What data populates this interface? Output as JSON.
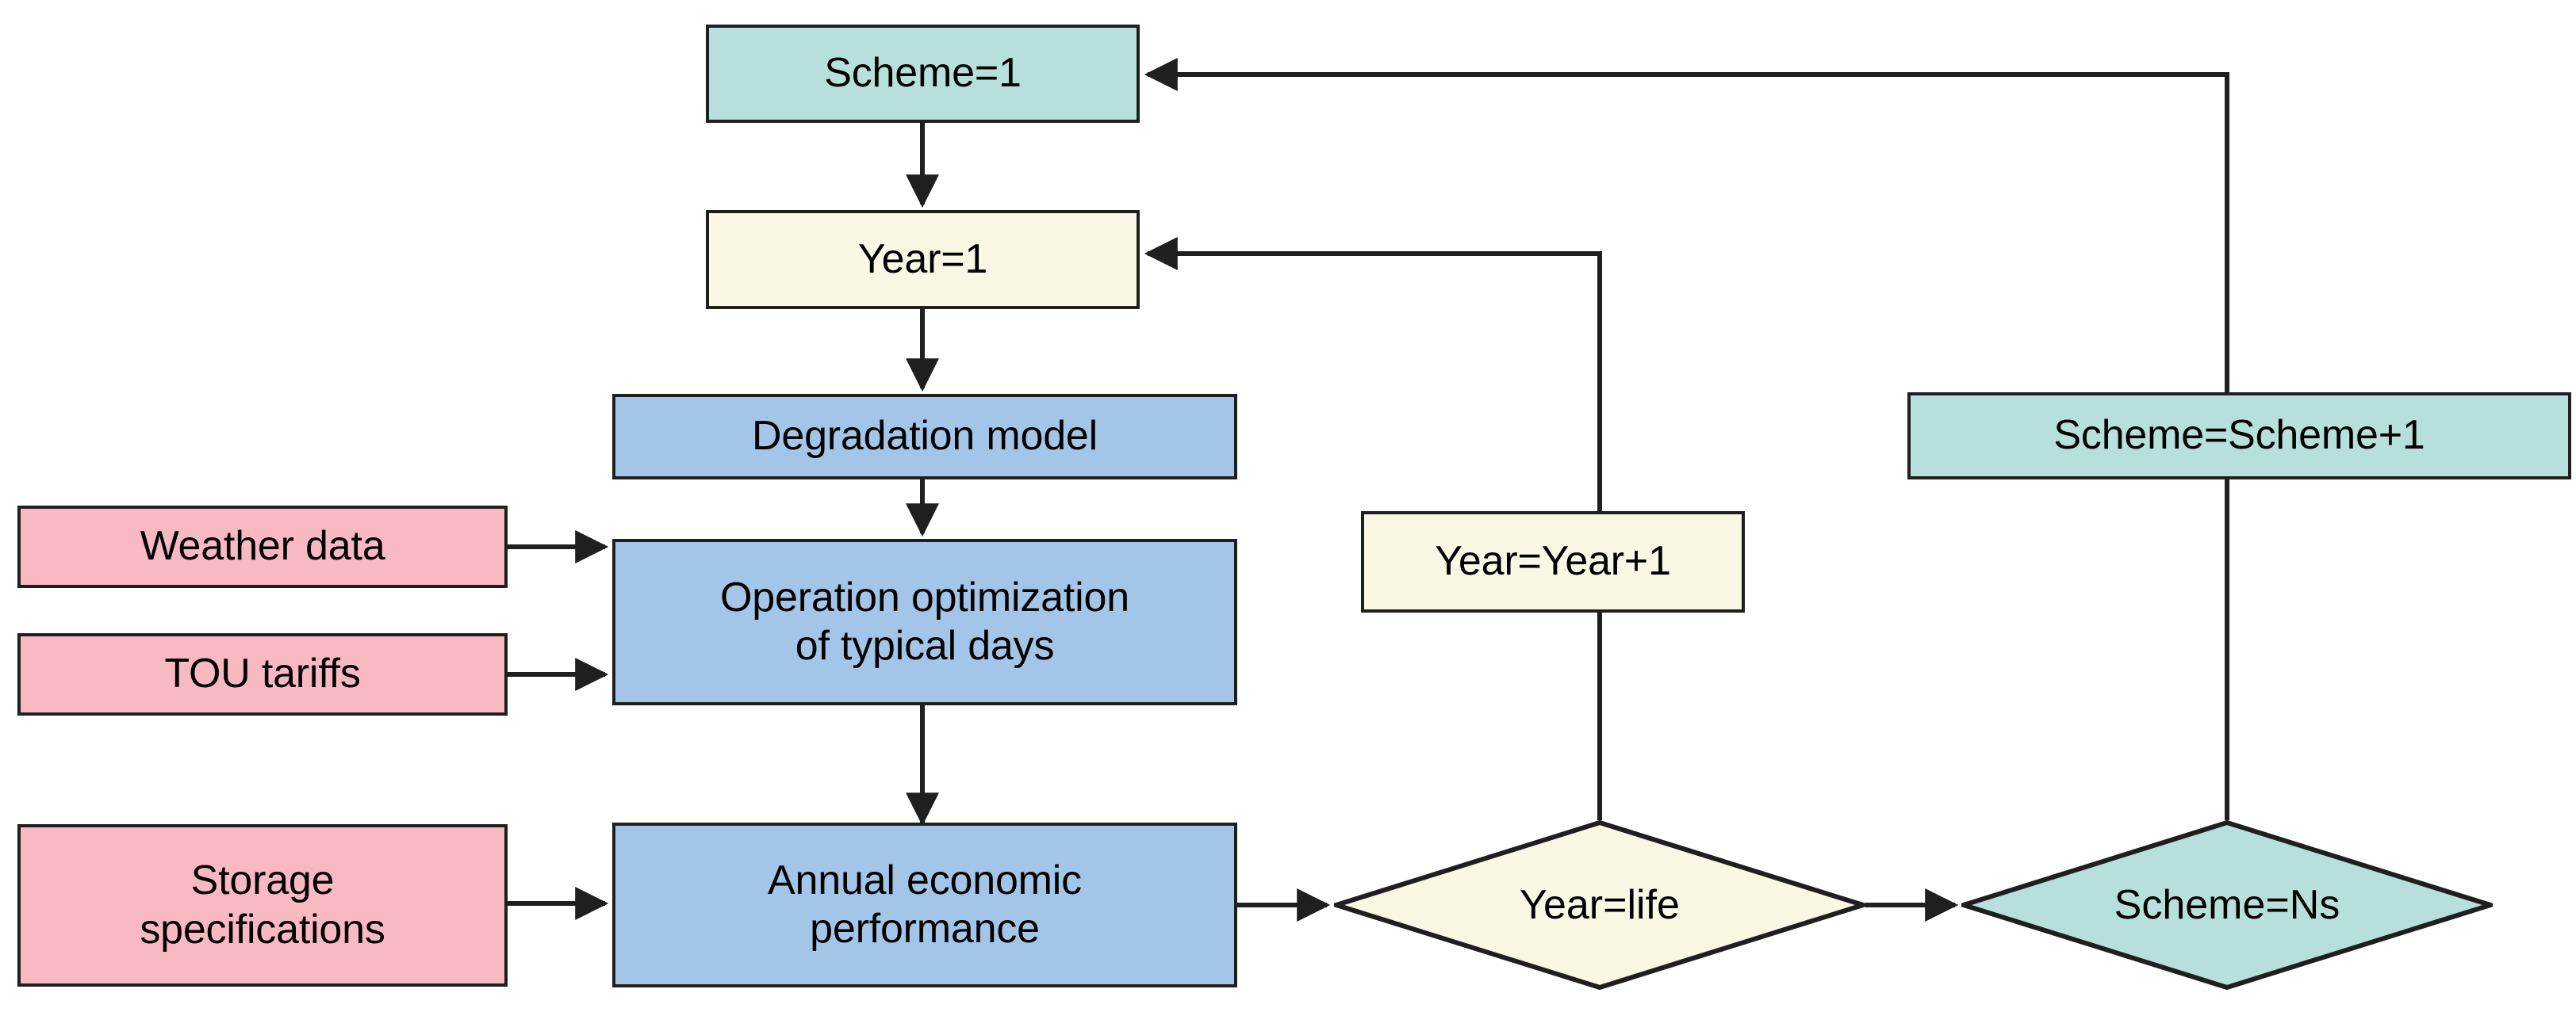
{
  "diagram": {
    "type": "flowchart",
    "title": "",
    "background": "#ffffff",
    "palette": {
      "teal_fill": "#b7dfdb",
      "cream_fill": "#fbf7e5",
      "blue_fill": "#a3c6e8",
      "pink_fill": "#f9b9c2",
      "stroke": "#1f1f1f",
      "text": "#000000"
    },
    "nodes": [
      {
        "id": "scheme_init",
        "label": "Scheme=1",
        "shape": "rectangle",
        "fill": "teal_fill"
      },
      {
        "id": "year_init",
        "label": "Year=1",
        "shape": "rectangle",
        "fill": "cream_fill"
      },
      {
        "id": "degradation",
        "label": "Degradation model",
        "shape": "rectangle",
        "fill": "blue_fill"
      },
      {
        "id": "weather",
        "label": "Weather data",
        "shape": "rectangle",
        "fill": "pink_fill"
      },
      {
        "id": "tou",
        "label": "TOU tariffs",
        "shape": "rectangle",
        "fill": "pink_fill"
      },
      {
        "id": "operation",
        "label": "Operation optimization of typical days",
        "line1": "Operation optimization",
        "line2": "of typical days",
        "shape": "rectangle",
        "fill": "blue_fill"
      },
      {
        "id": "storage",
        "label": "Storage specifications",
        "line1": "Storage",
        "line2": "specifications",
        "shape": "rectangle",
        "fill": "pink_fill"
      },
      {
        "id": "annual",
        "label": "Annual economic performance",
        "line1": "Annual economic",
        "line2": "performance",
        "shape": "rectangle",
        "fill": "blue_fill"
      },
      {
        "id": "year_inc",
        "label": "Year=Year+1",
        "shape": "rectangle",
        "fill": "cream_fill"
      },
      {
        "id": "scheme_inc",
        "label": "Scheme=Scheme+1",
        "shape": "rectangle",
        "fill": "teal_fill"
      },
      {
        "id": "year_life",
        "label": "Year=life",
        "shape": "diamond",
        "fill": "cream_fill"
      },
      {
        "id": "scheme_ns",
        "label": "Scheme=Ns",
        "shape": "diamond",
        "fill": "teal_fill"
      }
    ],
    "edges": [
      {
        "from": "scheme_init",
        "to": "year_init",
        "label": ""
      },
      {
        "from": "year_init",
        "to": "degradation",
        "label": ""
      },
      {
        "from": "degradation",
        "to": "operation",
        "label": ""
      },
      {
        "from": "weather",
        "to": "operation",
        "label": ""
      },
      {
        "from": "tou",
        "to": "operation",
        "label": ""
      },
      {
        "from": "storage",
        "to": "annual",
        "label": ""
      },
      {
        "from": "operation",
        "to": "annual",
        "label": ""
      },
      {
        "from": "annual",
        "to": "year_life",
        "label": ""
      },
      {
        "from": "year_life",
        "to": "scheme_ns",
        "label": ""
      },
      {
        "from": "year_life",
        "to": "year_init",
        "label": "",
        "via": "year_inc"
      },
      {
        "from": "scheme_ns",
        "to": "scheme_init",
        "label": "",
        "via": "scheme_inc"
      }
    ]
  }
}
